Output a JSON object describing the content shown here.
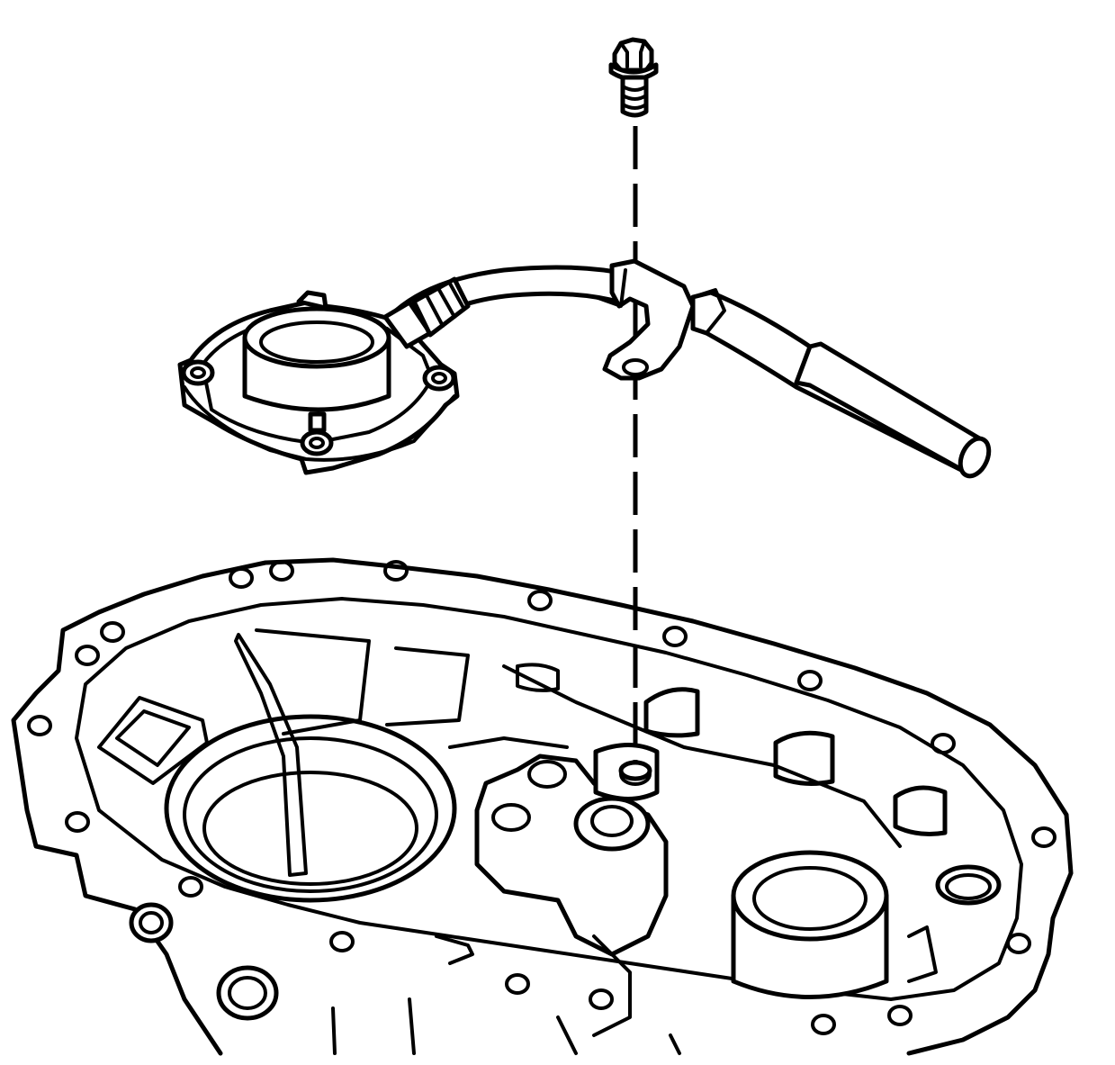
{
  "figure": {
    "type": "exploded-assembly-line-drawing",
    "background": "#ffffff",
    "line_color": "#000000",
    "components": [
      "bolt",
      "clutch-actuator-cylinder-with-hydraulic-line",
      "transmission-case-half"
    ],
    "alignment_guide": "dashed-vertical-line"
  }
}
